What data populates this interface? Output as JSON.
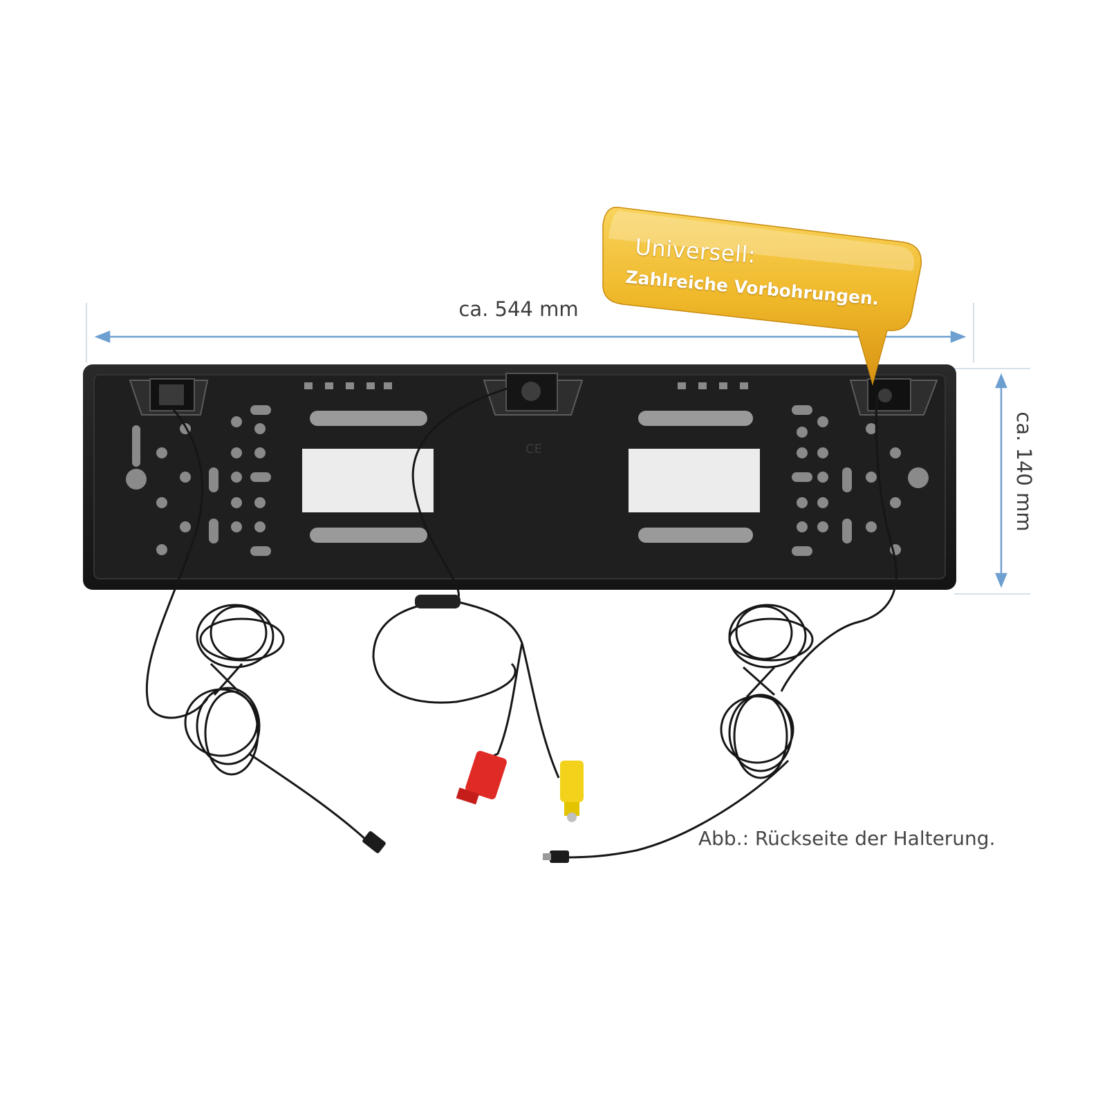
{
  "dimensions": {
    "width_label": "ca. 544 mm",
    "height_label": "ca. 140 mm"
  },
  "badge": {
    "line1": "Universell:",
    "line2": "Zahlreiche Vorbohrungen.",
    "color": "#f0b92b"
  },
  "caption": "Abb.: Rückseite der Halterung.",
  "colors": {
    "plate": "#1c1c1c",
    "dimension_line": "#6d9fd0",
    "connector_red": "#e02a25",
    "connector_yellow": "#f2d21a"
  }
}
